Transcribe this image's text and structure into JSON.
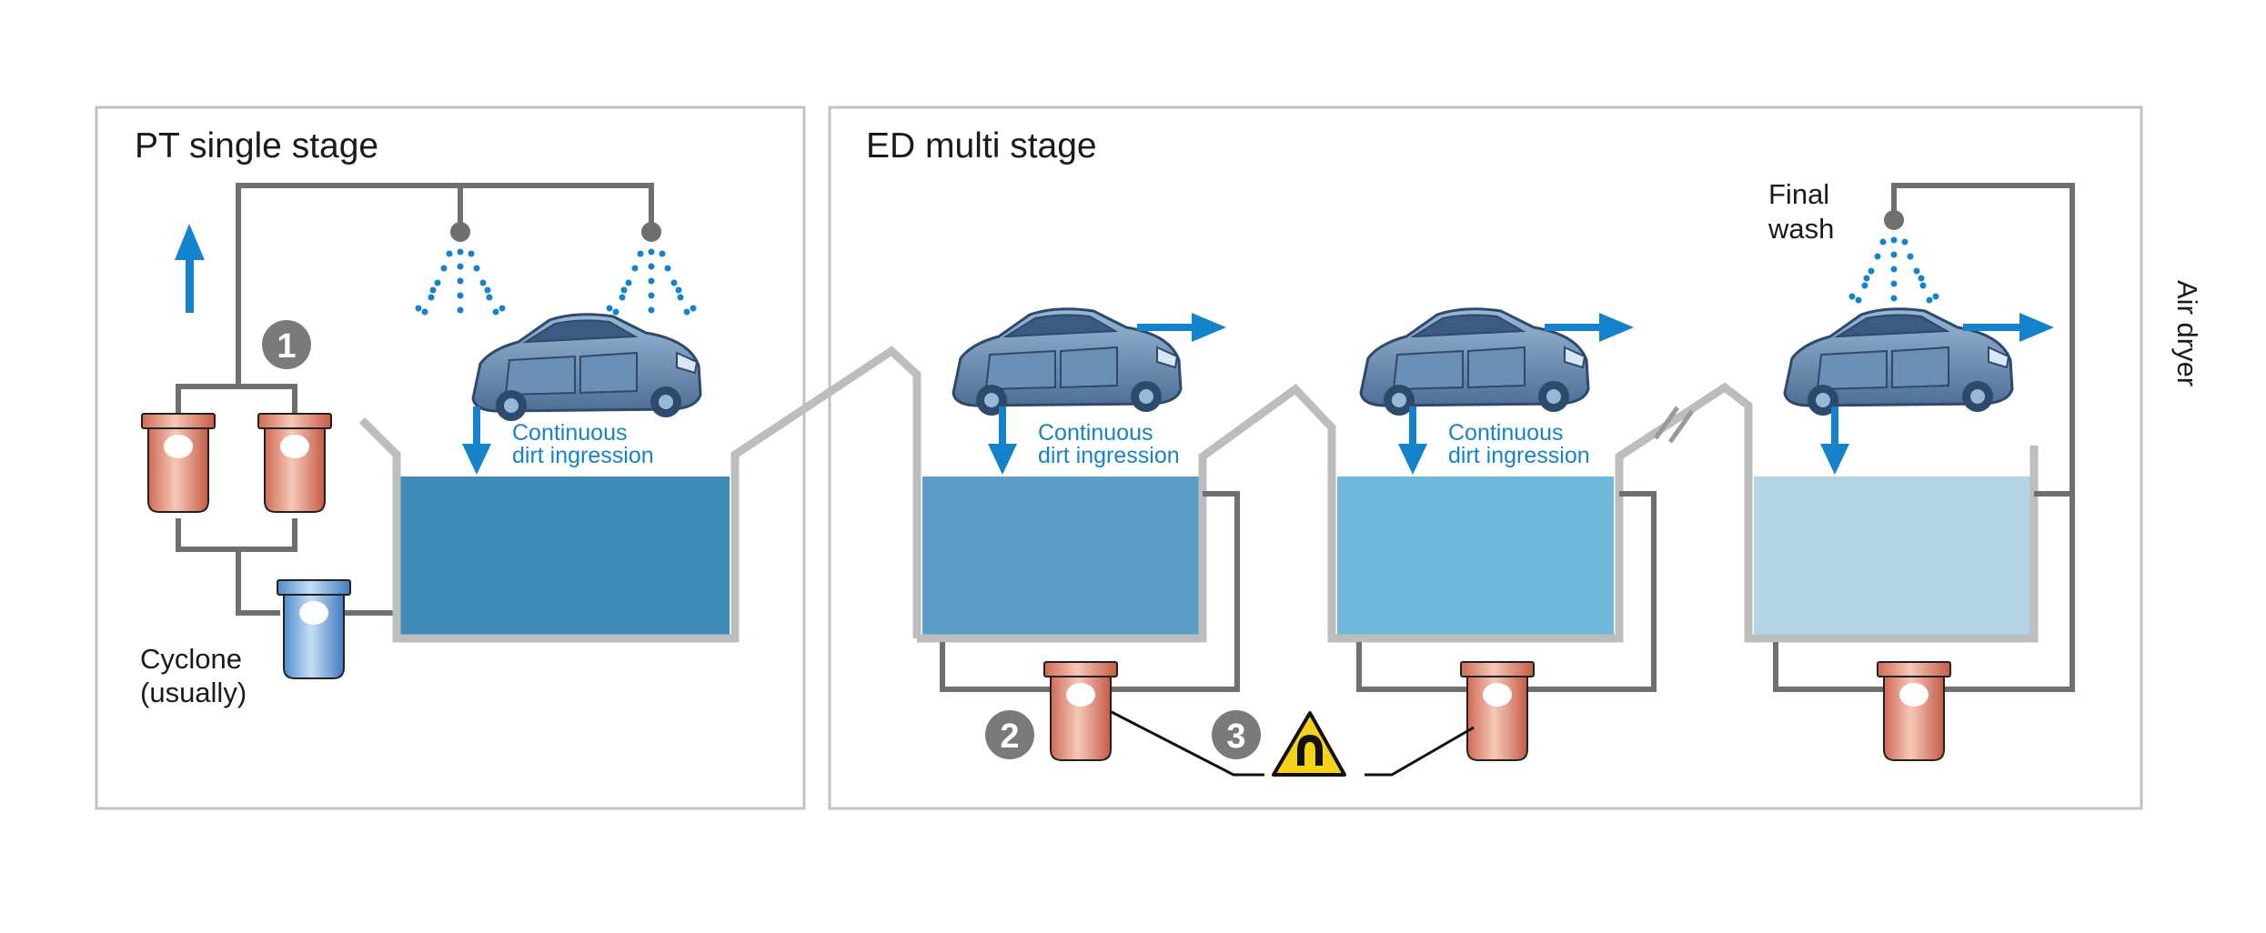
{
  "panels": {
    "pt_title": "PT single stage",
    "ed_title": "ED multi stage"
  },
  "labels": {
    "cyclone_line1": "Cyclone",
    "cyclone_line2": "(usually)",
    "final_wash_line1": "Final",
    "final_wash_line2": "wash",
    "air_dryer": "Air dryer",
    "dirt_line1": "Continuous",
    "dirt_line2": "dirt ingression"
  },
  "badges": [
    "1",
    "2",
    "3"
  ],
  "colors": {
    "frame": "#c2c2c2",
    "pipe": "#6f6f6f",
    "tank_wall": "#bdbdbd",
    "arrow_blue": "#1583cc",
    "tank_pt": "#3f8bba",
    "tank_ed1": "#5b9dc6",
    "tank_ed2": "#6fb8d9",
    "tank_ed3": "#b4d4e5",
    "filter_red": "#e59a86",
    "cyclone_blue": "#7bafe0",
    "warning_yellow": "#f6d21b",
    "badge_grey": "#7a7a7a"
  },
  "icons": [
    "spray-nozzle-icon",
    "car-body-icon",
    "filter-cartridge-icon",
    "cyclone-icon",
    "magnet-warning-icon",
    "arrow-icon"
  ]
}
